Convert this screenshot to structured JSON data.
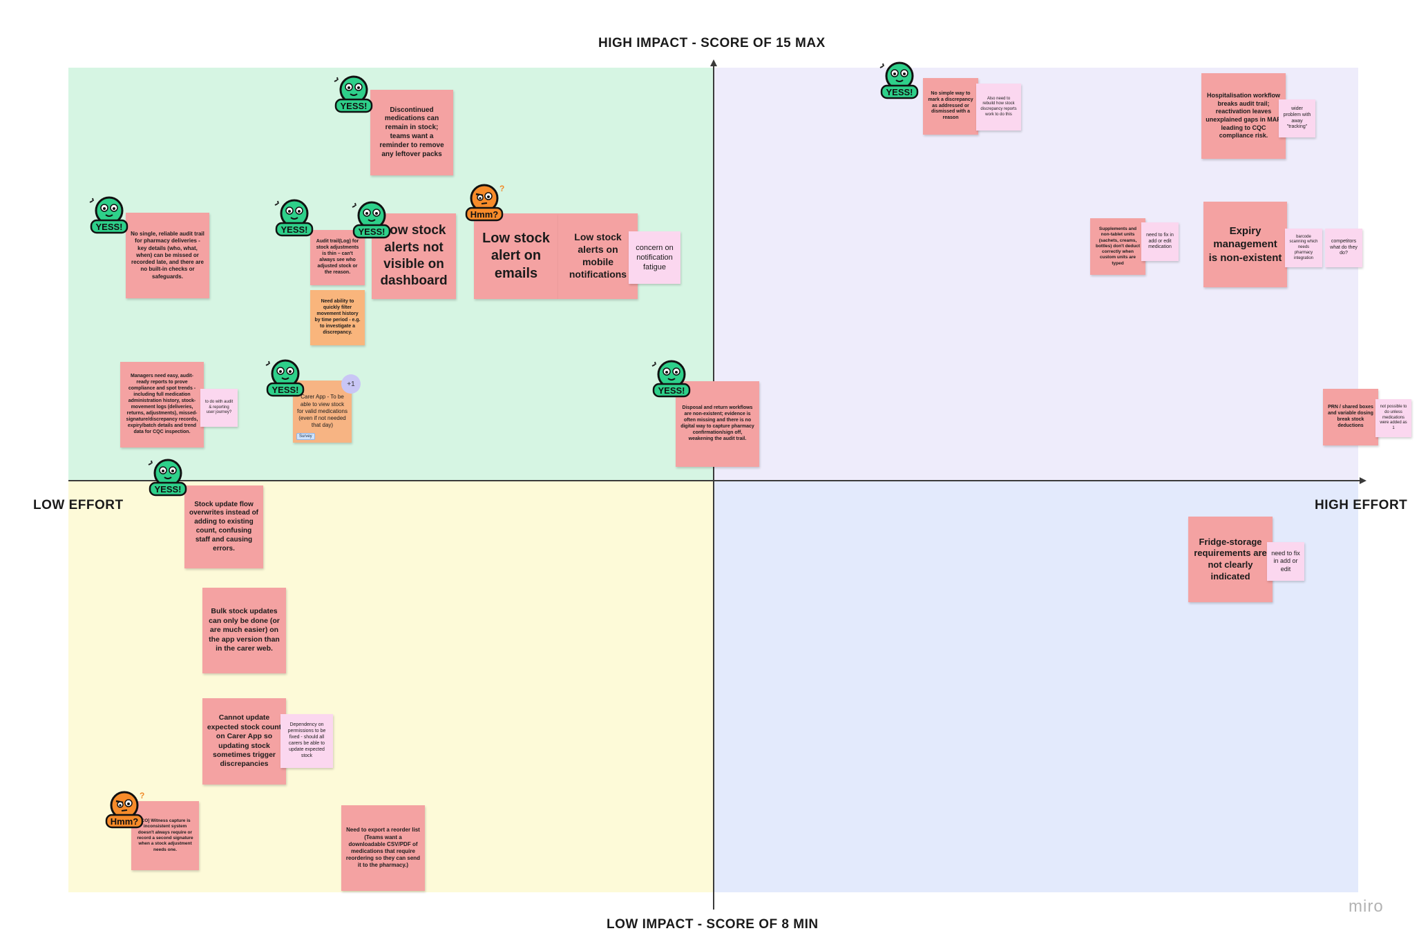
{
  "axes": {
    "top": "HIGH IMPACT - SCORE OF 15 MAX",
    "bottom": "LOW IMPACT - SCORE OF 8 MIN",
    "left": "LOW EFFORT",
    "right": "HIGH EFFORT"
  },
  "brand": "miro",
  "quadrant_colors": {
    "top_left": "#d6f5e3",
    "top_right": "#eeecfb",
    "bottom_left": "#fdfad8",
    "bottom_right": "#e3eafc"
  },
  "sticker_labels": {
    "yes": "YESS!",
    "hmm": "Hmm?"
  },
  "voter_count": "+1",
  "tag_label": "Survey",
  "notes": {
    "discontinued": "Discontinued medications can remain in stock; teams want a reminder to remove any leftover packs",
    "audit_trail": "No single, reliable audit trail for pharmacy deliveries - key details (who, what, when) can be missed or recorded late, and there are no built-in checks or safeguards.",
    "audit_log": "Audit trail(Log) for stock adjustments is thin – can't always see who adjusted stock or the reason.",
    "filter_history": "Need ability to quickly filter movement history by time period - e.g. to investigate a discrepancy.",
    "low_stock_dashboard": "Low stock alerts not visible on dashboard",
    "low_stock_emails": "Low stock alert on emails",
    "low_stock_mobile": "Low stock alerts on mobile notifications",
    "notification_fatigue": "concern on notification fatigue",
    "managers_reports": "Managers need easy, audit-ready reports to prove compliance and spot trends - including full medication administration history, stock-movement logs (deliveries, returns, adjustments), missed-signature/discrepancy records, expiry/batch details and trend data for CQC inspection.",
    "audit_journey": "to do with audit & reporting user journey?",
    "carer_app_view": "Carer App - To be able to view stock for valid medications (even if not needed that day)",
    "disposal": "Disposal and return workflows are non-existent; evidence is often missing and there is no digital way to capture pharmacy confirmation/sign off, weakening the audit trail.",
    "discrepancy_reason": "No simple way to mark a discrepancy as addressed or dismissed with a reason",
    "rebuild_discrepancy": "Also need to rebuild how stock discrepancy reports work to do this",
    "hospitalisation": "Hospitalisation workflow breaks audit trail; reactivation leaves unexplained gaps in MAR leading to CQC compliance risk.",
    "wider_problem": "wider problem with away \"tracking\"",
    "supplements": "Supplements and non-tablet units (sachets, creams, bottles) don't deduct correctly when custom units are typed",
    "fix_add_edit_med": "need to fix in add or edit medication",
    "expiry": "Expiry management is non-existent",
    "barcode": "barcode scanning which needs pharmacy integration",
    "competitors": "competitors what do they do?",
    "prn": "PRN / shared boxes and variable dosing break stock deductions",
    "not_possible": "not possible to do unless medications were added as 1",
    "stock_update_flow": "Stock update flow overwrites instead of adding to existing count, confusing staff and causing errors.",
    "bulk_stock": "Bulk stock updates can only be done (or are much easier) on the app version than in the carer web.",
    "expected_stock": "Cannot update expected stock count on Carer App so updating stock sometimes trigger discrepancies",
    "dependency": "Dependency on permissions to be fixed - should all carers be able to update expected stock",
    "witness": "[CO] Witness capture is inconsistent system doesn't always require or record a second signature when a stock adjustment needs one.",
    "export_reorder": "Need to export a reorder list (Teams want a downloadable CSV/PDF of medications that require reordering so they can send it to the pharmacy.)",
    "fridge": "Fridge-storage requirements are not clearly indicated",
    "fix_add_edit": "need to fix in add or edit"
  }
}
